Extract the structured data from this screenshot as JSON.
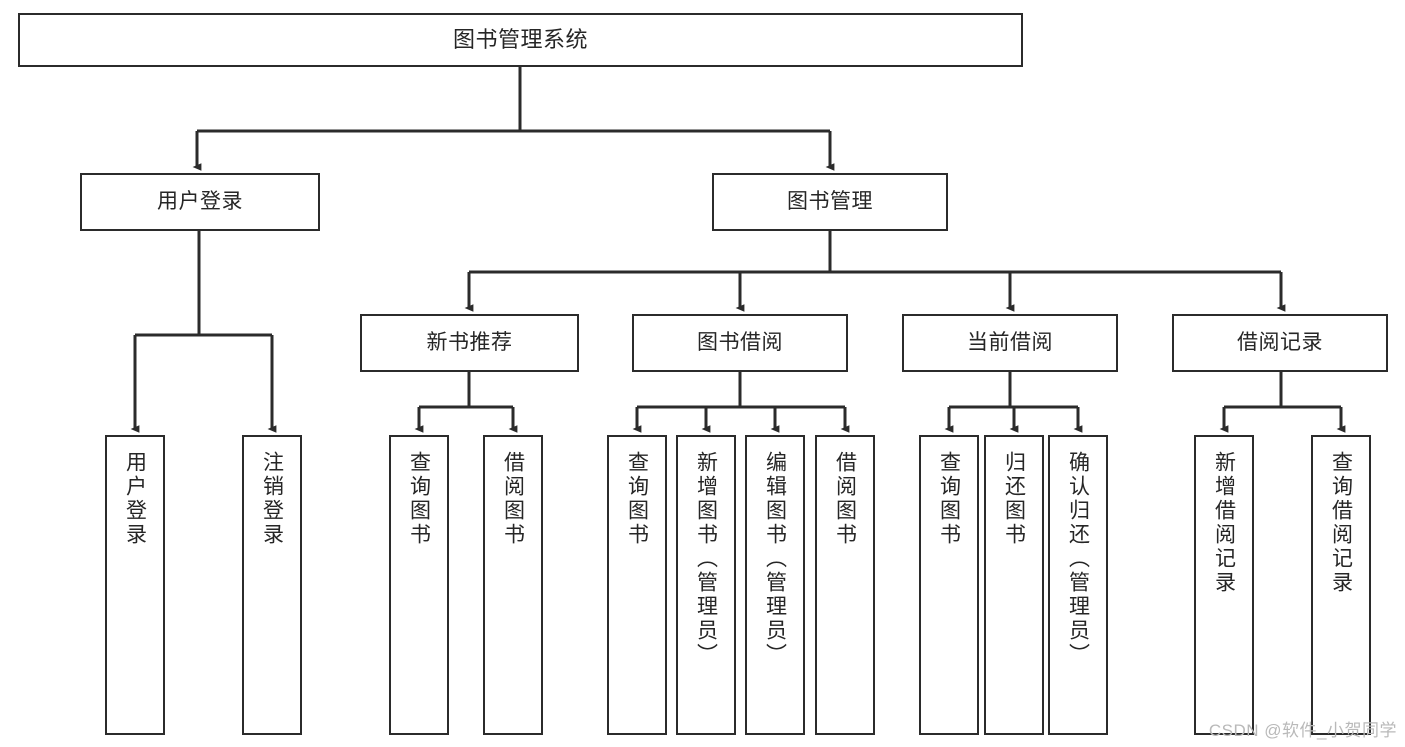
{
  "diagram": {
    "title": "图书管理系统",
    "type": "tree",
    "background_color": "#ffffff",
    "line_color": "#2b2b2b",
    "text_color": "#262626",
    "nodes": {
      "root": {
        "label": "图书管理系统"
      },
      "level2": [
        {
          "id": "user-login",
          "label": "用户登录"
        },
        {
          "id": "book-manage",
          "label": "图书管理"
        }
      ],
      "level3": [
        {
          "id": "new-book-recommend",
          "label": "新书推荐"
        },
        {
          "id": "book-borrow",
          "label": "图书借阅"
        },
        {
          "id": "current-borrow",
          "label": "当前借阅"
        },
        {
          "id": "borrow-record",
          "label": "借阅记录"
        }
      ],
      "leaves": [
        {
          "id": "leaf-user-login",
          "label": "用户登录",
          "parent": "user-login"
        },
        {
          "id": "leaf-logout",
          "label": "注销登录",
          "parent": "user-login"
        },
        {
          "id": "leaf-query-book-1",
          "label": "查询图书",
          "parent": "new-book-recommend"
        },
        {
          "id": "leaf-borrow-book-1",
          "label": "借阅图书",
          "parent": "new-book-recommend"
        },
        {
          "id": "leaf-query-book-2",
          "label": "查询图书",
          "parent": "book-borrow"
        },
        {
          "id": "leaf-add-book",
          "label": "新增图书（管理员）",
          "parent": "book-borrow"
        },
        {
          "id": "leaf-edit-book",
          "label": "编辑图书（管理员）",
          "parent": "book-borrow"
        },
        {
          "id": "leaf-borrow-book-2",
          "label": "借阅图书",
          "parent": "book-borrow"
        },
        {
          "id": "leaf-query-book-3",
          "label": "查询图书",
          "parent": "current-borrow"
        },
        {
          "id": "leaf-return-book",
          "label": "归还图书",
          "parent": "current-borrow"
        },
        {
          "id": "leaf-confirm-return",
          "label": "确认归还（管理员）",
          "parent": "current-borrow"
        },
        {
          "id": "leaf-add-record",
          "label": "新增借阅记录",
          "parent": "borrow-record"
        },
        {
          "id": "leaf-query-record",
          "label": "查询借阅记录",
          "parent": "borrow-record"
        }
      ]
    },
    "watermark": "CSDN @软件_小贺同学"
  }
}
